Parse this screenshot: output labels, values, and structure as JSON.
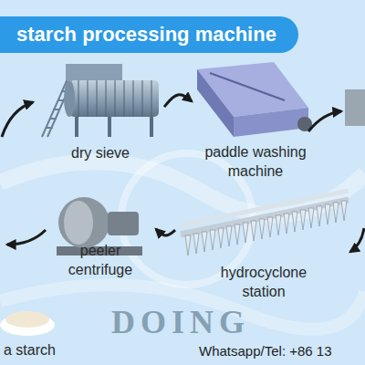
{
  "diagram": {
    "title": "starch processing machine",
    "nodes": [
      {
        "text": [
          "dry sieve"
        ]
      },
      {
        "text": [
          "paddle washing machine"
        ]
      },
      {
        "text": [
          "peeler centrifuge"
        ]
      },
      {
        "text": [
          "hydrocyclone station"
        ]
      },
      {
        "text": [
          "a starch"
        ]
      }
    ],
    "edges": [
      {
        "from": 0,
        "to": 1,
        "arrow": "to"
      },
      {
        "from": 3,
        "to": 2,
        "arrow": "to"
      }
    ],
    "labels": [
      "DOING",
      "Whatsapp/Tel: +86 13"
    ]
  }
}
